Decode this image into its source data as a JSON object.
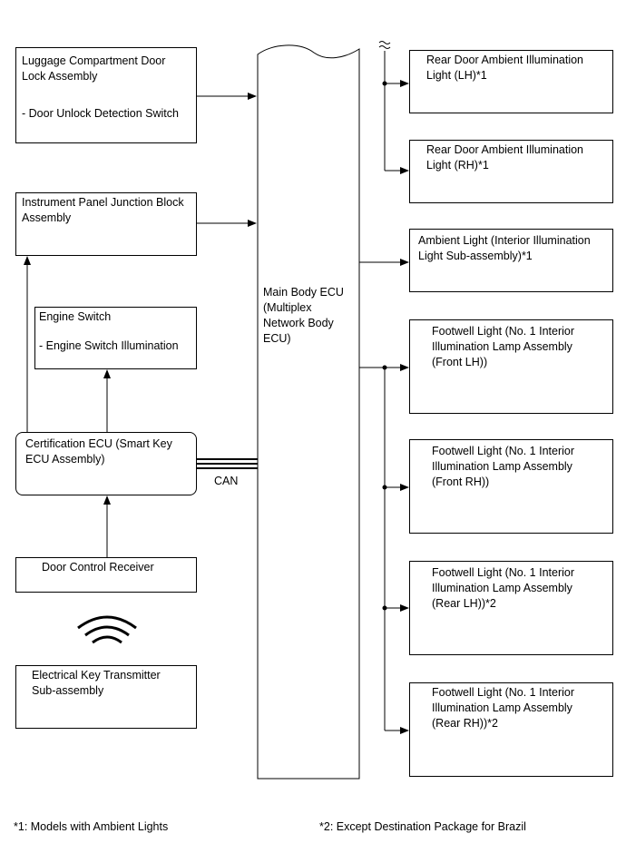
{
  "left": {
    "luggage": {
      "title": "Luggage Compartment Door\nLock Assembly",
      "sub": "- Door Unlock Detection Switch"
    },
    "ipjb": {
      "title": "Instrument Panel Junction Block\nAssembly"
    },
    "engine": {
      "title": "Engine Switch",
      "sub": "- Engine Switch Illumination"
    },
    "cert": {
      "title": "Certification ECU (Smart Key\nECU Assembly)"
    },
    "receiver": {
      "title": "Door Control Receiver"
    },
    "transmitter": {
      "title": "Electrical Key Transmitter\nSub-assembly"
    }
  },
  "center": {
    "ecu": "Main Body ECU\n(Multiplex\nNetwork Body\nECU)",
    "can": "CAN"
  },
  "right": [
    "Rear Door Ambient Illumination\nLight (LH)*1",
    "Rear Door Ambient Illumination\nLight (RH)*1",
    "Ambient Light (Interior Illumination\nLight Sub-assembly)*1",
    "Footwell Light (No. 1 Interior\nIllumination Lamp Assembly\n(Front LH))",
    "Footwell Light (No. 1 Interior\nIllumination Lamp Assembly\n(Front RH))",
    "Footwell Light (No. 1 Interior\nIllumination Lamp Assembly\n(Rear LH))*2",
    "Footwell Light (No. 1 Interior\nIllumination Lamp Assembly\n(Rear RH))*2"
  ],
  "notes": {
    "n1": "*1: Models with Ambient Lights",
    "n2": "*2: Except Destination Package for Brazil"
  }
}
